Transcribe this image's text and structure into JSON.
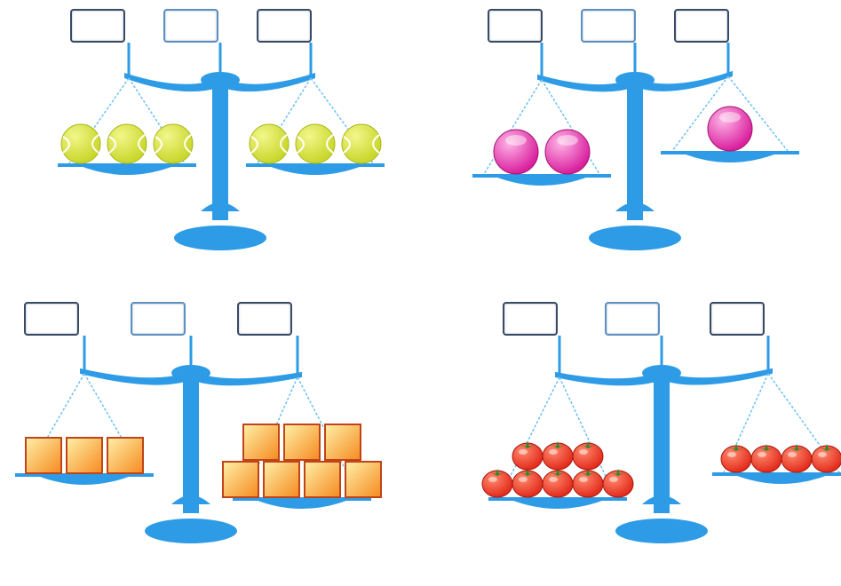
{
  "colors": {
    "scale_blue": "#2d9be6",
    "scale_light": "#6ec0f2",
    "tennis_ball": "#c9d62a",
    "ball_pink": "#d91f9e",
    "cube_orange": "#f58a1f",
    "tomato_red": "#e32b1c"
  },
  "scales": [
    {
      "id": "tennis-balls",
      "object_icon": "tennis-ball-icon",
      "left_count": 3,
      "right_count": 3,
      "tilt": "balanced",
      "answer_boxes": [
        "",
        "",
        ""
      ]
    },
    {
      "id": "pink-balls",
      "object_icon": "pink-ball-icon",
      "left_count": 2,
      "right_count": 1,
      "tilt": "left-heavier",
      "answer_boxes": [
        "",
        "",
        ""
      ]
    },
    {
      "id": "orange-cubes",
      "object_icon": "orange-cube-icon",
      "left_count": 3,
      "right_count": 7,
      "tilt": "right-heavier",
      "answer_boxes": [
        "",
        "",
        ""
      ]
    },
    {
      "id": "tomatoes",
      "object_icon": "tomato-icon",
      "left_count": 8,
      "right_count": 4,
      "tilt": "left-heavier",
      "answer_boxes": [
        "",
        "",
        ""
      ]
    }
  ]
}
